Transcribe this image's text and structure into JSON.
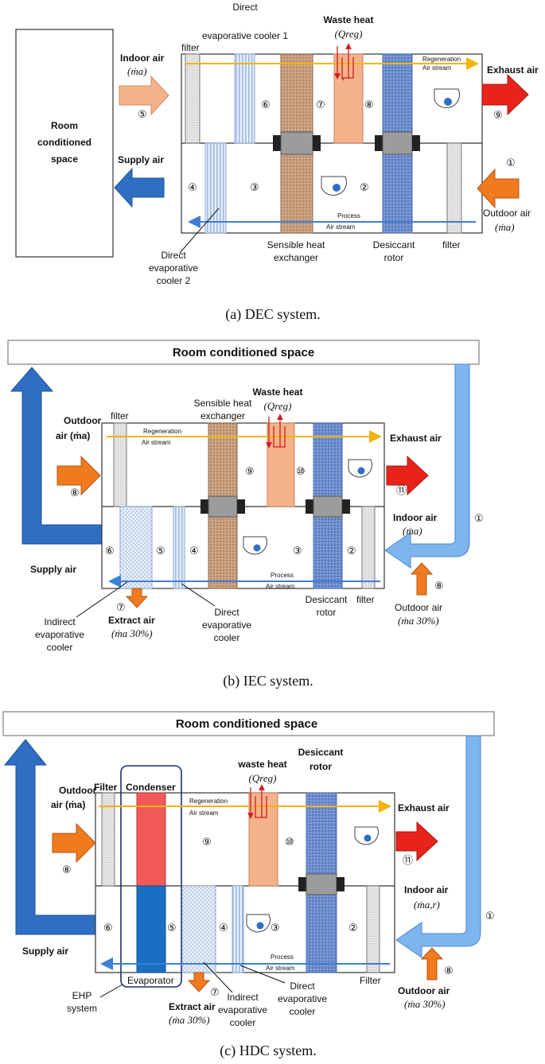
{
  "panel_a": {
    "room": [
      "Room",
      "conditioned",
      "space"
    ],
    "indoor_air": "Indoor air",
    "indoor_air_flow": "(ṁa)",
    "supply_air": "Supply air",
    "filter_top": "filter",
    "filter_bottom": "filter",
    "dec1": [
      "Direct",
      "evaporative cooler 1"
    ],
    "waste_heat": "Waste heat",
    "waste_heat_sym": "(Qreg)",
    "regeneration": [
      "Regeneration",
      "Air stream"
    ],
    "exhaust_air": "Exhaust air",
    "process": [
      "Process",
      "Air stream"
    ],
    "outdoor_air": "Outdoor air",
    "outdoor_air_flow": "(ṁa)",
    "shx": [
      "Sensible heat",
      "exchanger"
    ],
    "desiccant": [
      "Desiccant",
      "rotor"
    ],
    "dec2": [
      "Direct",
      "evaporative",
      "cooler 2"
    ],
    "nums": {
      "n1": "①",
      "n2": "②",
      "n3": "③",
      "n4": "④",
      "n5": "⑤",
      "n6": "⑥",
      "n7": "⑦",
      "n8": "⑧",
      "n9": "⑨"
    },
    "caption": "(a)  DEC system."
  },
  "panel_b": {
    "room": "Room conditioned space",
    "outdoor_air": [
      "Outdoor",
      "air (ṁa)"
    ],
    "filter_top": "filter",
    "filter_right": "filter",
    "shx": [
      "Sensible heat",
      "exchanger"
    ],
    "waste_heat": "Waste heat",
    "waste_heat_sym": "(Qreg)",
    "regeneration": [
      "Regeneration",
      "Air stream"
    ],
    "exhaust_air": "Exhaust air",
    "indoor_air": [
      "Indoor air",
      "(ṁa)"
    ],
    "supply_air": "Supply air",
    "process": [
      "Process",
      "Air stream"
    ],
    "extract_air": [
      "Extract air",
      "(ṁa 30%)"
    ],
    "iec": [
      "Indirect",
      "evaporative",
      "cooler"
    ],
    "dec": [
      "Direct",
      "evaporative",
      "cooler"
    ],
    "desiccant": [
      "Desiccant",
      "rotor"
    ],
    "outdoor_air_30": [
      "Outdoor air",
      "(ṁa 30%)"
    ],
    "nums": {
      "n1": "①",
      "n2": "②",
      "n3": "③",
      "n4": "④",
      "n5": "⑤",
      "n6": "⑥",
      "n7": "⑦",
      "n8a": "⑧",
      "n8b": "⑧",
      "n9": "⑨",
      "n10": "⑩",
      "n11": "⑪"
    },
    "caption": "(b)  IEC system."
  },
  "panel_c": {
    "room": "Room conditioned space",
    "filter_top": "Filter",
    "condenser": "Condenser",
    "waste_heat": "waste heat",
    "waste_heat_sym": "(Qreg)",
    "desiccant": [
      "Desiccant",
      "rotor"
    ],
    "outdoor_air": [
      "Outdoor",
      "air (ṁa)"
    ],
    "regeneration": [
      "Regeneration",
      "Air stream"
    ],
    "exhaust_air": "Exhaust air",
    "indoor_air": [
      "Indoor air",
      "(ṁa,r)"
    ],
    "supply_air": "Supply air",
    "process": [
      "Process",
      "Air stream"
    ],
    "evaporator": "Evaporator",
    "filter_bottom": "Filter",
    "ehp": [
      "EHP",
      "system"
    ],
    "extract_air": [
      "Extract air",
      "(ṁa 30%)"
    ],
    "iec": [
      "Indirect",
      "evaporative",
      "cooler"
    ],
    "dec": [
      "Direct",
      "evaporative",
      "cooler"
    ],
    "outdoor_air_30": [
      "Outdoor air",
      "(ṁa 30%)"
    ],
    "nums": {
      "n1": "①",
      "n2": "②",
      "n3": "③",
      "n4": "④",
      "n5": "⑤",
      "n6": "⑥",
      "n7": "⑦",
      "n8a": "⑧",
      "n8b": "⑧",
      "n9": "⑨",
      "n10": "⑩",
      "n11": "⑪"
    },
    "caption": "(c)  HDC system."
  },
  "colors": {
    "orange": "#f07a1e",
    "salmon": "#f4b28b",
    "blue_dark": "#2e6fc4",
    "blue_light": "#7fb5ef",
    "red": "#e8231c",
    "yellow": "#f2b410",
    "shx_brown": "#c69a78",
    "desiccant_blue": "#6f8fcf",
    "dec_stripe": "#c6d6f2",
    "condenser": "#f25a5a",
    "evaporator": "#1a6fc2"
  }
}
